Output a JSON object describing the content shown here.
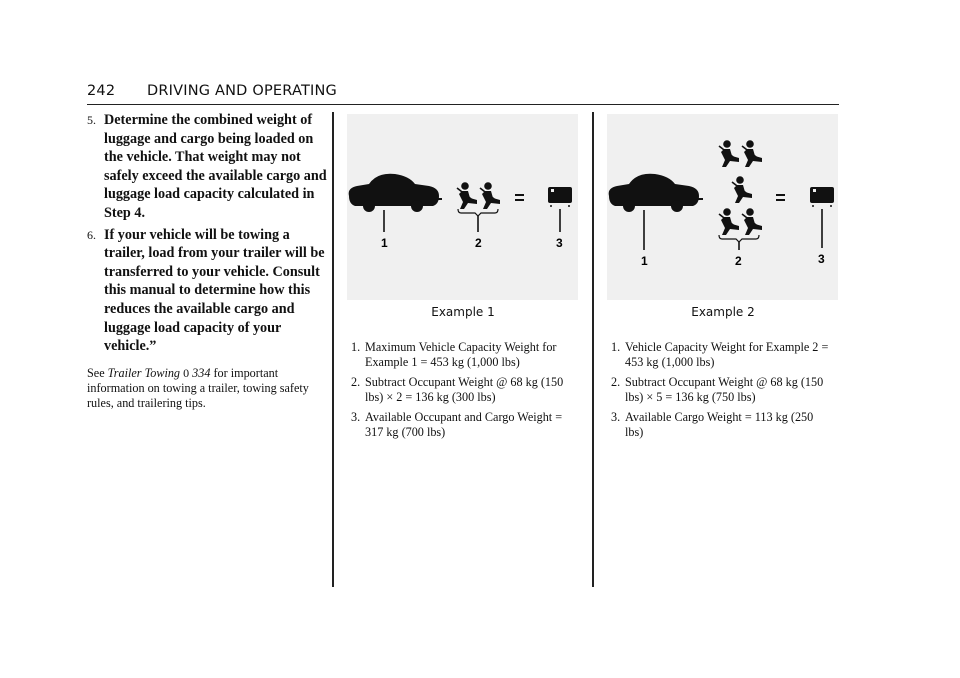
{
  "header": {
    "page_number": "242",
    "section": "DRIVING AND OPERATING"
  },
  "steps": [
    {
      "num": "5.",
      "text": "Determine the combined weight of luggage and cargo being loaded on the vehicle. That weight may not safely exceed the available cargo and luggage load capacity calculated in Step 4."
    },
    {
      "num": "6.",
      "text": "If your vehicle will be towing a trailer, load from your trailer will be transferred to your vehicle. Consult this manual to determine how this reduces the available cargo and luggage load capacity of your vehicle.”"
    }
  ],
  "see_note": {
    "prefix": "See",
    "link": "Trailer Towing",
    "arrow": "0",
    "page": "334",
    "suffix": "for important information on towing a trailer, towing safety rules, and trailering tips."
  },
  "example1": {
    "caption": "Example 1",
    "labels": [
      "1",
      "2",
      "3"
    ],
    "items": [
      {
        "n": "1.",
        "text": "Maximum Vehicle Capacity Weight for Example 1 = 453 kg (1,000 lbs)"
      },
      {
        "n": "2.",
        "text": "Subtract Occupant Weight @ 68 kg (150 lbs) × 2 = 136 kg (300 lbs)"
      },
      {
        "n": "3.",
        "text": "Available Occupant and Cargo Weight = 317 kg (700 lbs)"
      }
    ]
  },
  "example2": {
    "caption": "Example 2",
    "labels": [
      "1",
      "2",
      "3"
    ],
    "items": [
      {
        "n": "1.",
        "text": "Vehicle Capacity Weight for Example 2 = 453 kg (1,000 lbs)"
      },
      {
        "n": "2.",
        "text": "Subtract Occupant Weight @ 68 kg (150 lbs) × 5 = 136 kg (750 lbs)"
      },
      {
        "n": "3.",
        "text": "Available Cargo Weight = 113 kg (250 lbs)"
      }
    ]
  },
  "icons": {
    "vehicle": "car-icon",
    "occupant": "seated-occupant-icon",
    "cargo": "luggage-icon"
  }
}
